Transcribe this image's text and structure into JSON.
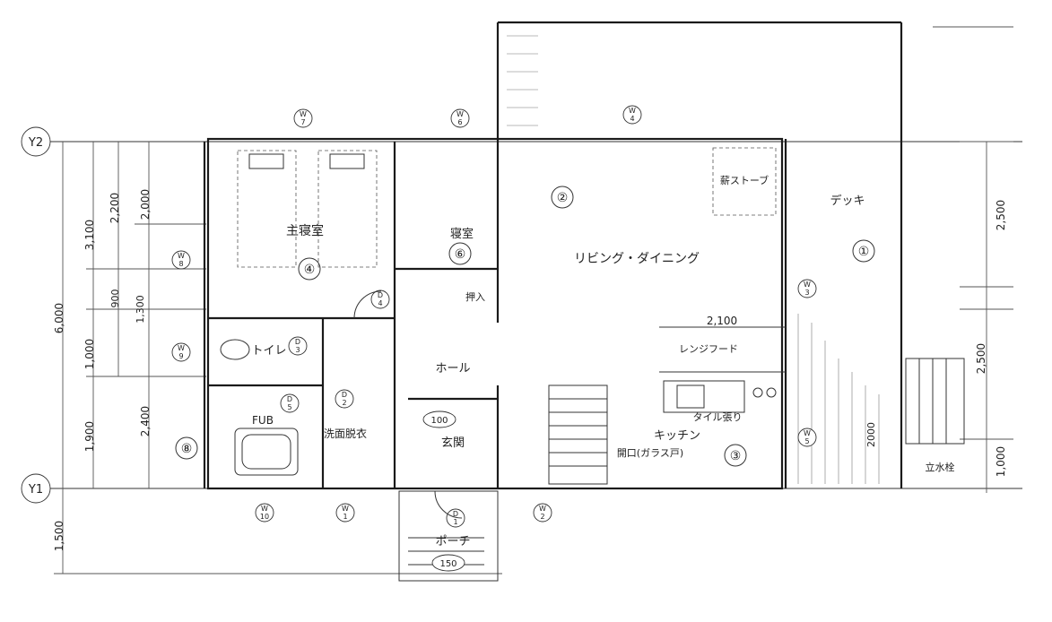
{
  "grid": {
    "y2": "Y2",
    "y1": "Y1"
  },
  "rooms": {
    "master_bedroom": "主寝室",
    "bedroom": "寝室",
    "living_dining": "リビング・ダイニング",
    "deck": "デッキ",
    "hall": "ホール",
    "kitchen": "キッチン",
    "toilet": "トイレ",
    "bath": "FUB",
    "washroom": "洗面脱衣",
    "entrance": "玄関",
    "porch": "ポーチ",
    "closet": "押入",
    "wood_stove": "薪ストーブ"
  },
  "notes": {
    "range_hood": "レンジフード",
    "tile": "タイル張り",
    "opening": "開口(ガラス戸)",
    "post": "立水栓",
    "entrance_level": "100",
    "porch_level": "150"
  },
  "dimensions": {
    "left_total": "6,000",
    "left_a": "3,100",
    "left_b": "2,200",
    "left_c": "2,000",
    "left_d": "900",
    "left_e": "1,300",
    "left_f": "1,000",
    "left_g": "2,400",
    "left_h": "1,900",
    "left_i": "1,500",
    "right_a": "2,500",
    "right_b": "2,500",
    "right_c": "1,000",
    "kitchen_w": "2,100",
    "deck_w": "2000"
  },
  "room_numbers": [
    "①",
    "②",
    "③",
    "④",
    "⑥",
    "⑧"
  ],
  "window_marks": [
    {
      "top": "W",
      "bottom": "7"
    },
    {
      "top": "W",
      "bottom": "8"
    },
    {
      "top": "W",
      "bottom": "9"
    },
    {
      "top": "W",
      "bottom": "10"
    },
    {
      "top": "W",
      "bottom": "6"
    },
    {
      "top": "W",
      "bottom": "4"
    },
    {
      "top": "W",
      "bottom": "1"
    },
    {
      "top": "W",
      "bottom": "2"
    },
    {
      "top": "W",
      "bottom": "3"
    },
    {
      "top": "W",
      "bottom": "5"
    }
  ],
  "door_marks": [
    {
      "top": "D",
      "bottom": "4"
    },
    {
      "top": "D",
      "bottom": "3"
    },
    {
      "top": "D",
      "bottom": "5"
    },
    {
      "top": "D",
      "bottom": "2"
    },
    {
      "top": "D",
      "bottom": "1"
    }
  ]
}
